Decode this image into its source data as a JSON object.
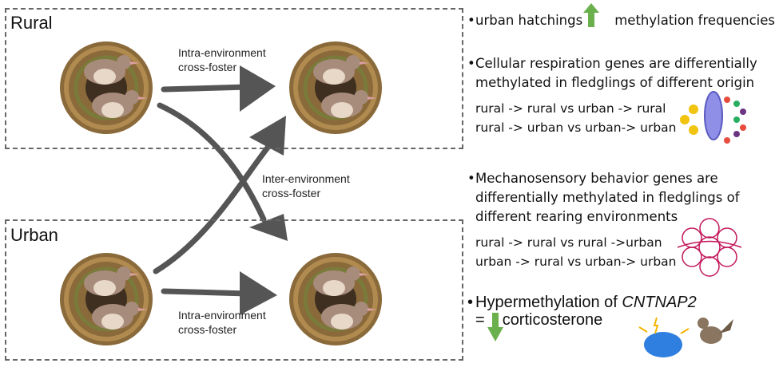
{
  "diagram": {
    "rural_label": "Rural",
    "urban_label": "Urban",
    "intra_top": [
      "Intra-environment",
      "cross-foster"
    ],
    "inter": [
      "Inter-environment",
      "cross-foster"
    ],
    "intra_bottom": [
      "Intra-environment",
      "cross-foster"
    ]
  },
  "findings": {
    "f1": {
      "pre": "urban hatchings",
      "post": "methylation frequencies",
      "arrow": "up-arrow",
      "color": "#6ab04c"
    },
    "f2": {
      "lines": [
        "Cellular respiration genes are differentially",
        "methylated in fledglings of different origin"
      ],
      "comparisons": [
        "rural -> rural vs urban -> rural",
        "rural -> urban vs urban-> urban"
      ]
    },
    "f3": {
      "lines": [
        "Mechanosensory behavior genes are",
        "differentially methylated in fledglings of",
        "different rearing environments"
      ],
      "comparisons": [
        "rural -> rural vs rural ->urban",
        "urban -> rural vs urban-> urban"
      ]
    },
    "f4": {
      "pre": "Hypermethylation of ",
      "gene": "CNTNAP2",
      "eq": "=",
      "post": "corticosterone",
      "arrow": "down-arrow"
    }
  }
}
